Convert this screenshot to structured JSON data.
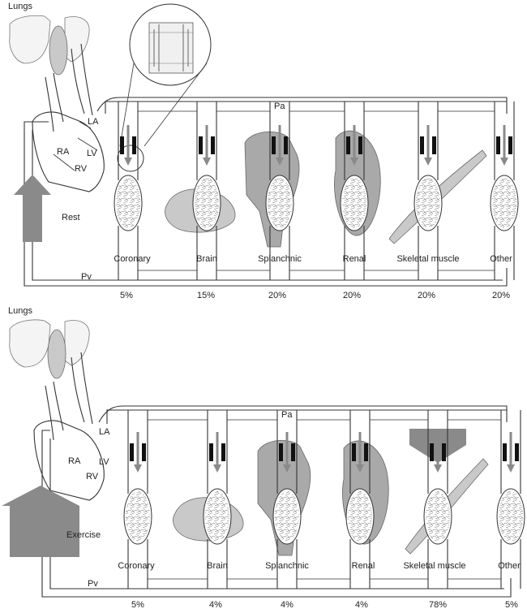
{
  "panels": [
    {
      "id": "rest",
      "lungs_label": "Lungs",
      "pa_label": "Pa",
      "pv_label": "Pv",
      "chamber_labels": [
        "LA",
        "LV",
        "RA",
        "RV"
      ],
      "state_label": "Rest",
      "beds": [
        {
          "name": "Coronary",
          "percent": "5%"
        },
        {
          "name": "Brain",
          "percent": "15%"
        },
        {
          "name": "Splanchnic",
          "percent": "20%"
        },
        {
          "name": "Renal",
          "percent": "20%"
        },
        {
          "name": "Skeletal muscle",
          "percent": "20%"
        },
        {
          "name": "Other",
          "percent": "20%"
        }
      ]
    },
    {
      "id": "exercise",
      "lungs_label": "Lungs",
      "pa_label": "Pa",
      "pv_label": "Pv",
      "chamber_labels": [
        "LA",
        "LV",
        "RA",
        "RV"
      ],
      "state_label": "Exercise",
      "beds": [
        {
          "name": "Coronary",
          "percent": "5%"
        },
        {
          "name": "Brain",
          "percent": "4%"
        },
        {
          "name": "Splanchnic",
          "percent": "4%"
        },
        {
          "name": "Renal",
          "percent": "4%"
        },
        {
          "name": "Skeletal muscle",
          "percent": "78%"
        },
        {
          "name": "Other",
          "percent": "5%"
        }
      ]
    }
  ],
  "colors": {
    "line": "#333333",
    "arrow": "#8a8a8a",
    "organ": "#c9c9c9",
    "cuff": "#111111"
  },
  "icons": [
    "heart-diagram",
    "lung-outline",
    "capillary-bed",
    "flow-arrow",
    "resistance-cuff",
    "magnified-vessel"
  ]
}
